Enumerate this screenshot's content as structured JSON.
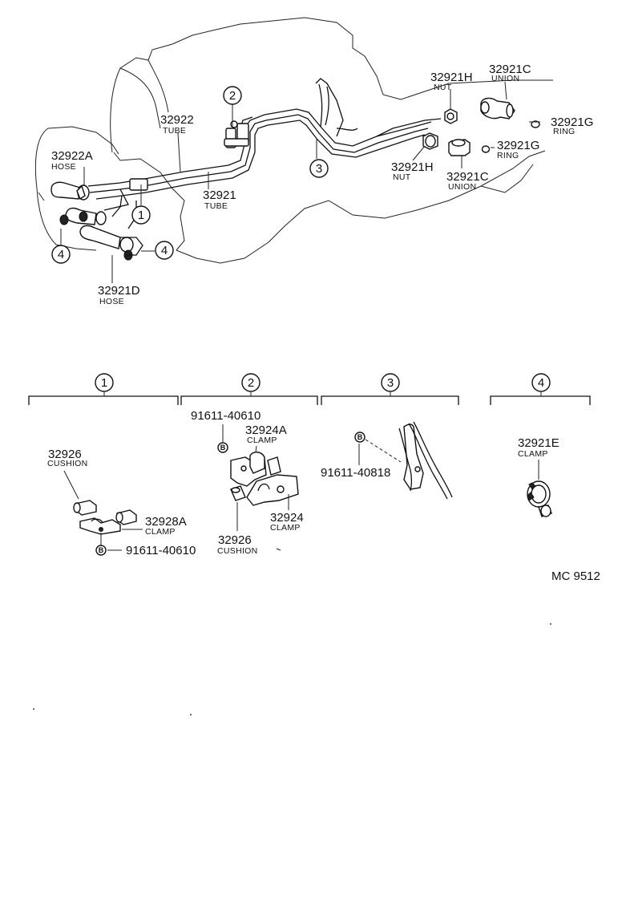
{
  "callouts": {
    "c1": "1",
    "c2": "2",
    "c3": "3",
    "c4": "4"
  },
  "bolt_mark": "B",
  "main": {
    "p_32922A": {
      "num": "32922A",
      "name": "HOSE"
    },
    "p_32922": {
      "num": "32922",
      "name": "TUBE"
    },
    "p_32921": {
      "num": "32921",
      "name": "TUBE"
    },
    "p_32921D": {
      "num": "32921D",
      "name": "HOSE"
    },
    "p_32921H_top": {
      "num": "32921H",
      "name": "NUT"
    },
    "p_32921C_top": {
      "num": "32921C",
      "name": "UNION"
    },
    "p_32921G_top": {
      "num": "32921G",
      "name": "RING"
    },
    "p_32921G_mid": {
      "num": "32921G",
      "name": "RING"
    },
    "p_32921H_low": {
      "num": "32921H",
      "name": "NUT"
    },
    "p_32921C_low": {
      "num": "32921C",
      "name": "UNION"
    }
  },
  "details": {
    "d1": {
      "cushion": {
        "num": "32926",
        "name": "CUSHION"
      },
      "clamp": {
        "num": "32928A",
        "name": "CLAMP"
      },
      "bolt": "91611-40610"
    },
    "d2": {
      "bolt": "91611-40610",
      "clamp_a": {
        "num": "32924A",
        "name": "CLAMP"
      },
      "clamp": {
        "num": "32924",
        "name": "CLAMP"
      },
      "cushion": {
        "num": "32926",
        "name": "CUSHION"
      }
    },
    "d3": {
      "bolt": "91611-40818"
    },
    "d4": {
      "clamp": {
        "num": "32921E",
        "name": "CLAMP"
      }
    }
  },
  "ref_code": "MC 9512"
}
